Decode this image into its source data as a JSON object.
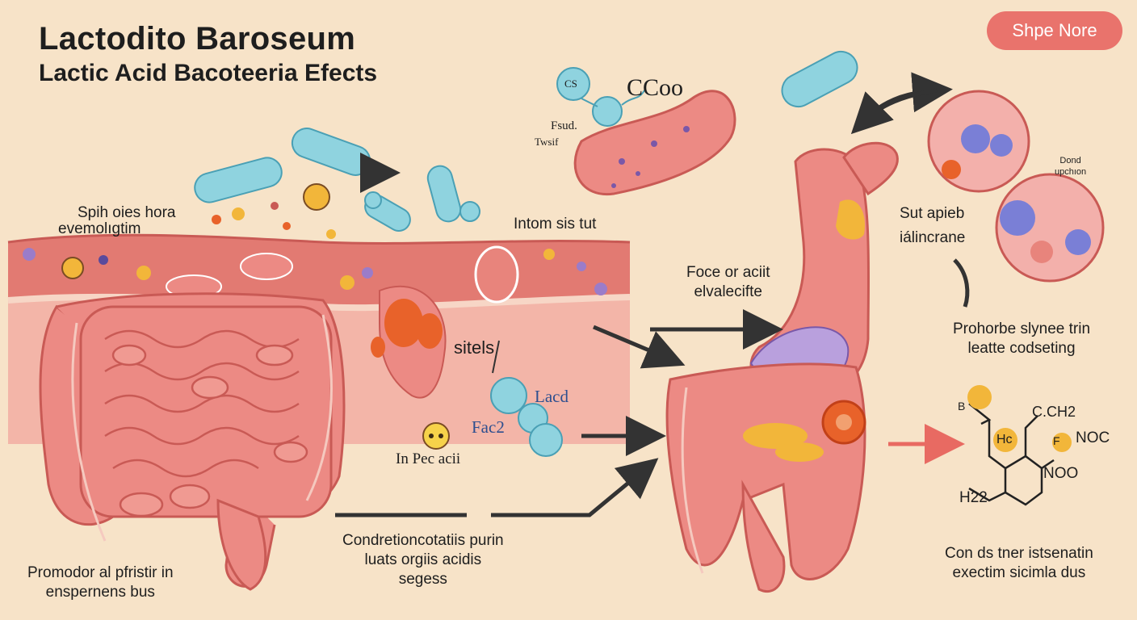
{
  "header": {
    "title": "Lactodito Baroseum",
    "subtitle": "Lactic Acid Bacoteeria  Efects"
  },
  "button": {
    "label": "Shpe Nore"
  },
  "labels": {
    "spih_line1": "Spih oies hora",
    "spih_line2": "evemolıgtim",
    "cs": "CS",
    "ccoo": "CCoo",
    "fsud": "Fsud.",
    "twsif": "Twsif",
    "intomsis": "Intom sis tut",
    "sitels": "sitels",
    "lacd": "Lacd",
    "fac2": "Fac2",
    "inpec": "In Pec acii",
    "foce_line1": "Foce or aciit",
    "foce_line2": "elvalecifte",
    "dond_line1": "Dond",
    "dond_line2": "upchıon",
    "sut_line1": "Sut apieb",
    "sut_line2": "iálincrane",
    "prohorbe_line1": "Prohorbe slynee trin",
    "prohorbe_line2": "leatte codseting",
    "cond_line1": "Condretioncotatiis purin",
    "cond_line2": "luats orgiis acidis",
    "cond_line3": "segess",
    "promodor_line1": "Promodor al pfristir in",
    "promodor_line2": "enspernens bus",
    "consd_line1": "Con ds tner istsenatin",
    "consd_line2": "exectim sicimla dus"
  },
  "chem": {
    "b": "B",
    "hc": "Hc",
    "cch2": "C.CH2",
    "f": "F",
    "noc": "NOC",
    "noo": "NOO",
    "h22": "H22"
  },
  "colors": {
    "background": "#f7e3c8",
    "tissue": "#ec8a84",
    "tissue_dark": "#c95a55",
    "bacteria": "#8fd3df",
    "button": "#e9736c",
    "arrow": "#333333",
    "arrow_accent": "#e86a62",
    "yellow": "#f2b63a",
    "purple": "#9b7cc9"
  }
}
